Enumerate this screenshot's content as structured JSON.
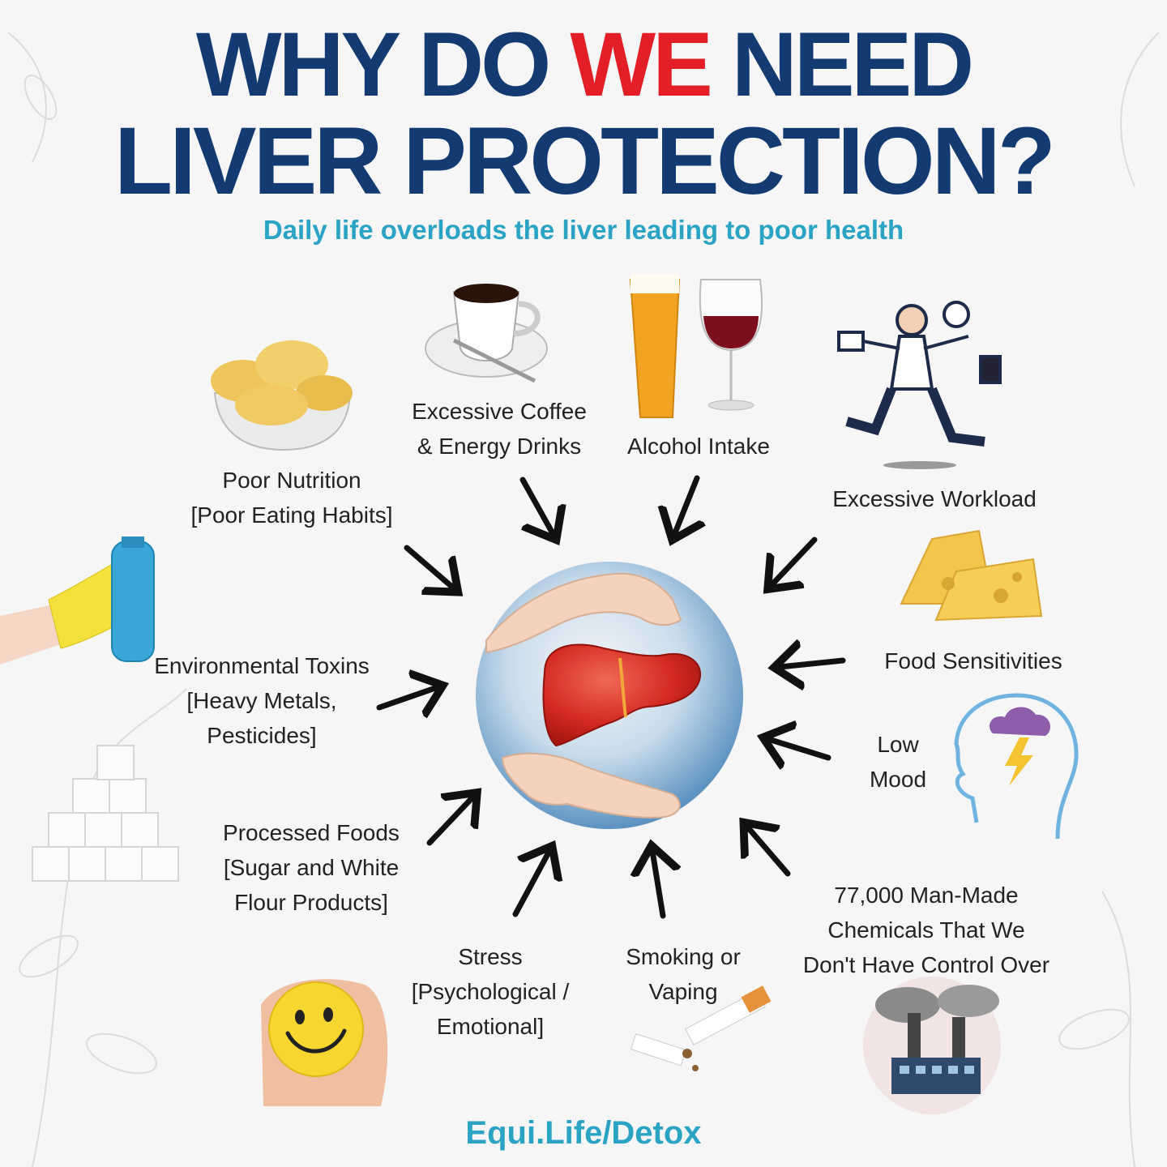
{
  "title": {
    "line1_before": "WHY DO ",
    "line1_accent": "WE",
    "line1_after": " NEED",
    "line2": "LIVER PROTECTION?"
  },
  "subtitle": "Daily life overloads the liver leading to poor health",
  "factors": {
    "coffee": [
      "Excessive Coffee",
      "& Energy Drinks"
    ],
    "alcohol": [
      "Alcohol Intake"
    ],
    "nutrition": [
      "Poor Nutrition",
      "[Poor Eating Habits]"
    ],
    "workload": [
      "Excessive Workload"
    ],
    "toxins": [
      "Environmental Toxins",
      "[Heavy Metals,",
      "Pesticides]"
    ],
    "sensitivities": [
      "Food Sensitivities"
    ],
    "mood": [
      "Low",
      "Mood"
    ],
    "processed": [
      "Processed Foods",
      "[Sugar and White",
      "Flour Products]"
    ],
    "chemicals": [
      "77,000 Man-Made",
      "Chemicals That We",
      "Don't Have Control Over"
    ],
    "stress": [
      "Stress",
      "[Psychological /",
      "Emotional]"
    ],
    "smoking": [
      "Smoking or",
      "Vaping"
    ]
  },
  "footer": "Equi.Life/Detox",
  "colors": {
    "navy": "#133a72",
    "red": "#e41e26",
    "teal": "#2aa3c4",
    "liver": "#d42a22"
  }
}
